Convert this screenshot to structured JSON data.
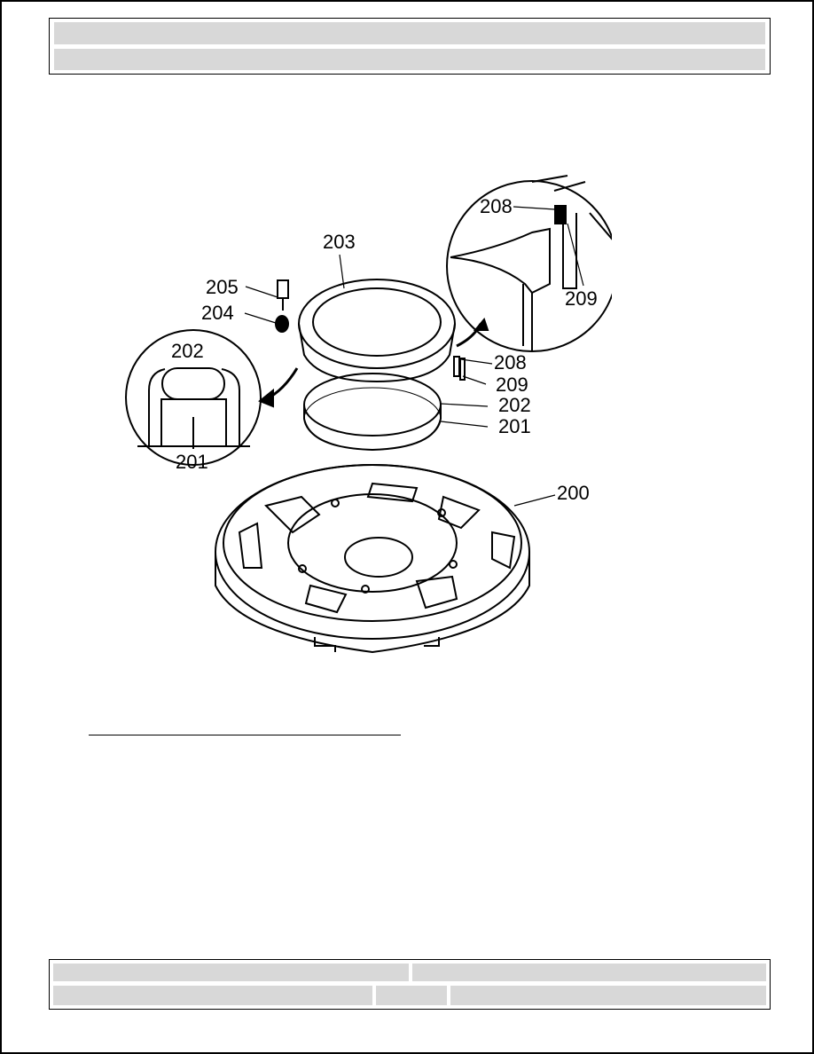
{
  "header": {
    "title": "",
    "subtitle": ""
  },
  "figure": {
    "labels": {
      "l200": "200",
      "l201a": "201",
      "l201b": "201",
      "l202a": "202",
      "l202b": "202",
      "l203": "203",
      "l204": "204",
      "l205": "205",
      "l208a": "208",
      "l208b": "208",
      "l209a": "209",
      "l209b": "209"
    }
  },
  "footer": {
    "left": "",
    "right": "",
    "bottom_left": "",
    "bottom_mid": "",
    "bottom_right": ""
  }
}
